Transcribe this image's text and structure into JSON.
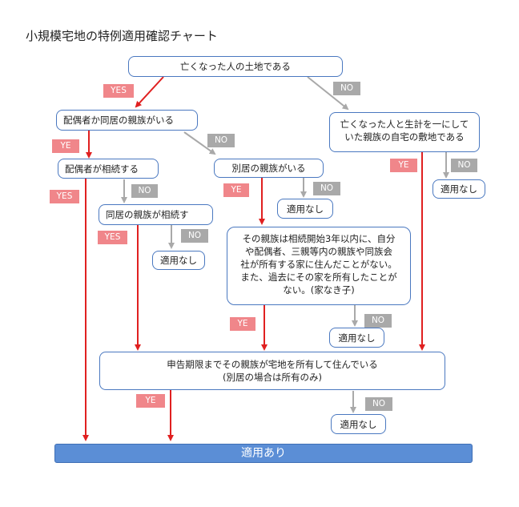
{
  "title": "小規模宅地の特例適用確認チャート",
  "nodes": {
    "n1": "亡くなった人の土地である",
    "n2": "配偶者か同居の親族がいる",
    "n3": "亡くなった人と生計を一にして\nいた親族の自宅の敷地である",
    "n4": "配偶者が相続する",
    "n5": "別居の親族がいる",
    "n6": "同居の親族が相続す",
    "n7": "その親族は相続開始3年以内に、自分\nや配偶者、三親等内の親族や同族会\n社が所有する家に住んだことがない。\nまた、過去にその家を所有したことが\nない。(家なき子)",
    "n8": "申告期限までその親族が宅地を所有して住んでいる\n(別居の場合は所有のみ)",
    "na1": "適用なし",
    "na2": "適用なし",
    "na3": "適用なし",
    "na4": "適用なし",
    "na5": "適用なし",
    "final": "適用あり"
  },
  "labels": {
    "yes1": "YES",
    "no1": "NO",
    "ye2": "YE",
    "no2": "NO",
    "ye3": "YE",
    "no3": "NO",
    "yes4": "YES",
    "no4": "NO",
    "ye5": "YE",
    "no5": "NO",
    "yes6": "YES",
    "no6": "NO",
    "ye7": "YE",
    "no7": "NO",
    "ye8": "YE",
    "no8": "NO"
  },
  "colors": {
    "yes_arrow": "#e02020",
    "no_arrow": "#a9a9a9",
    "node_border": "#4a78c0",
    "final_fill": "#5b8ed6"
  }
}
